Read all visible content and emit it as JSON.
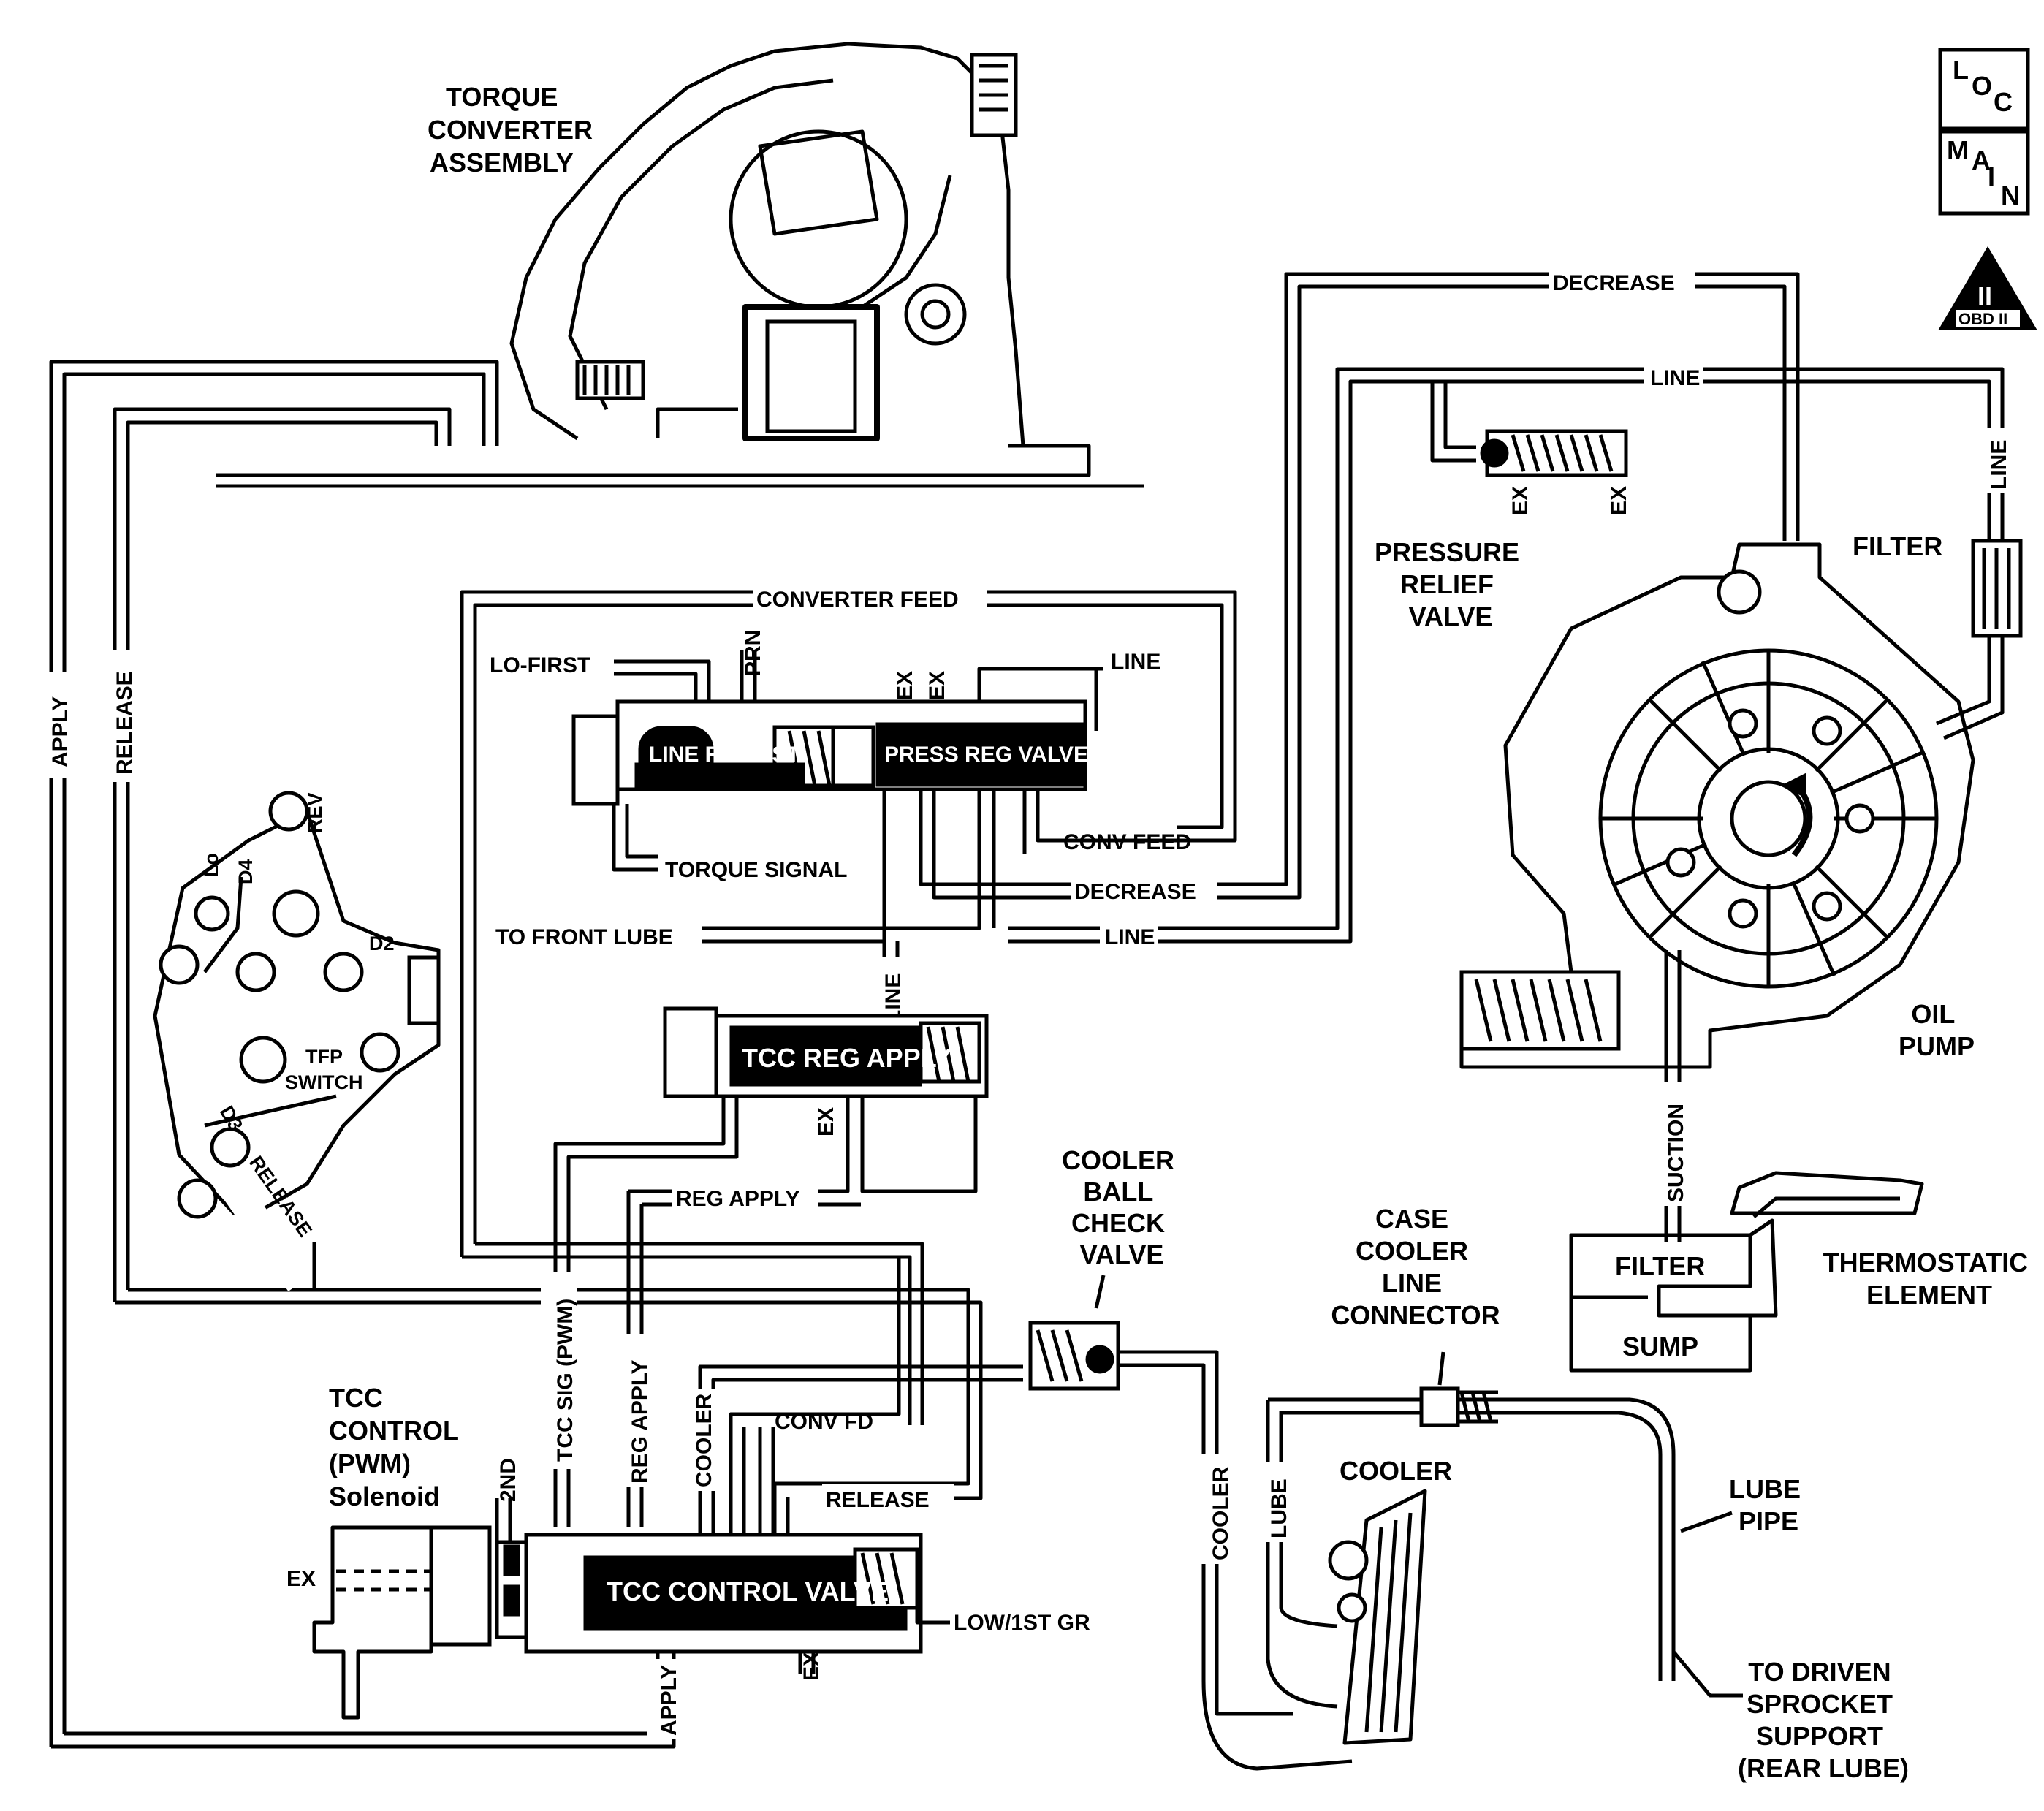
{
  "badges": {
    "loc": [
      "L",
      "O",
      "C"
    ],
    "main": [
      "M",
      "A",
      "I",
      "N"
    ],
    "obd": {
      "roman": "II",
      "text": "OBD II"
    }
  },
  "components": {
    "torque_converter": [
      "TORQUE",
      "CONVERTER",
      "ASSEMBLY"
    ],
    "pressure_relief_valve": [
      "PRESSURE",
      "RELIEF",
      "VALVE"
    ],
    "oil_pump": [
      "OIL",
      "PUMP"
    ],
    "pump_filter": "FILTER",
    "sump_filter": "FILTER",
    "sump": "SUMP",
    "thermostatic_element": [
      "THERMOSTATIC",
      "ELEMENT"
    ],
    "cooler_ball_check": [
      "COOLER",
      "BALL",
      "CHECK",
      "VALVE"
    ],
    "case_cooler_connector": [
      "CASE",
      "COOLER",
      "LINE",
      "CONNECTOR"
    ],
    "cooler": "COOLER",
    "lube_pipe": [
      "LUBE",
      "PIPE"
    ],
    "driven_sprocket": [
      "TO DRIVEN",
      "SPROCKET",
      "SUPPORT",
      "(REAR LUBE)"
    ],
    "tcc_solenoid": [
      "TCC",
      "CONTROL",
      "(PWM)",
      "Solenoid"
    ],
    "tfp_switch": [
      "TFP",
      "SWITCH"
    ]
  },
  "valves": {
    "line_rev_bst": "LINE REV BST",
    "press_reg": "PRESS REG VALVE",
    "tcc_reg_apply": "TCC REG APPLY",
    "tcc_control": "TCC CONTROL VALVE"
  },
  "passages": {
    "decrease_top": "DECREASE",
    "line_top": "LINE",
    "line_vertical": "LINE",
    "converter_feed": "CONVERTER FEED",
    "lo_first": "LO-FIRST",
    "prn": "PRN",
    "ex1": "EX",
    "ex2": "EX",
    "line_press_reg": "LINE",
    "conv_feed": "CONV FEED",
    "decrease_mid": "DECREASE",
    "torque_signal": "TORQUE SIGNAL",
    "to_front_lube": "TO FRONT LUBE",
    "line_mid": "LINE",
    "line_tcc": "LINE",
    "ex_tcc_reg": "EX",
    "reg_apply": "REG APPLY",
    "apply_left": "APPLY",
    "release_left": "RELEASE",
    "release_tfp": "RELEASE",
    "tcc_sig": "TCC SIG (PWM)",
    "reg_apply_vert": "REG APPLY",
    "cooler_vert": "COOLER",
    "conv_fd": "CONV FD",
    "release_tcc": "RELEASE",
    "second": "2ND",
    "ex_sol": "EX",
    "ex_tcc": "EX",
    "low_1st": "LOW/1ST GR",
    "apply_bottom": "APPLY",
    "cooler_line": "COOLER",
    "lube": "LUBE",
    "suction": "SUCTION",
    "ex_relief1": "EX",
    "ex_relief2": "EX"
  },
  "tfp_positions": {
    "lo": "Lo",
    "d4": "D4",
    "rev": "REV",
    "d2": "D2",
    "d3": "D3"
  }
}
